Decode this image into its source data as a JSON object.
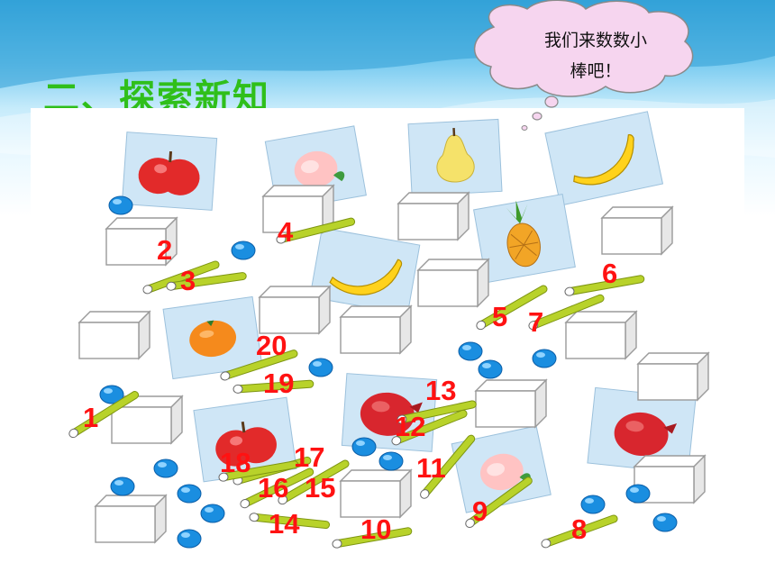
{
  "header": {
    "title": "二、探索新知"
  },
  "speech_bubble": {
    "line1": "我们来数数小",
    "line2": "棒吧！"
  },
  "stick_numbers": [
    "1",
    "2",
    "3",
    "4",
    "5",
    "6",
    "7",
    "8",
    "9",
    "10",
    "11",
    "12",
    "13",
    "14",
    "15",
    "16",
    "17",
    "18",
    "19",
    "20"
  ],
  "colors": {
    "title": "#2fbf1a",
    "numbers": "#ff1212",
    "stick": "#b8d22a",
    "bead": "#1a8ee0",
    "card": "#cfe6f6",
    "bubble": "#f6d5ef"
  }
}
